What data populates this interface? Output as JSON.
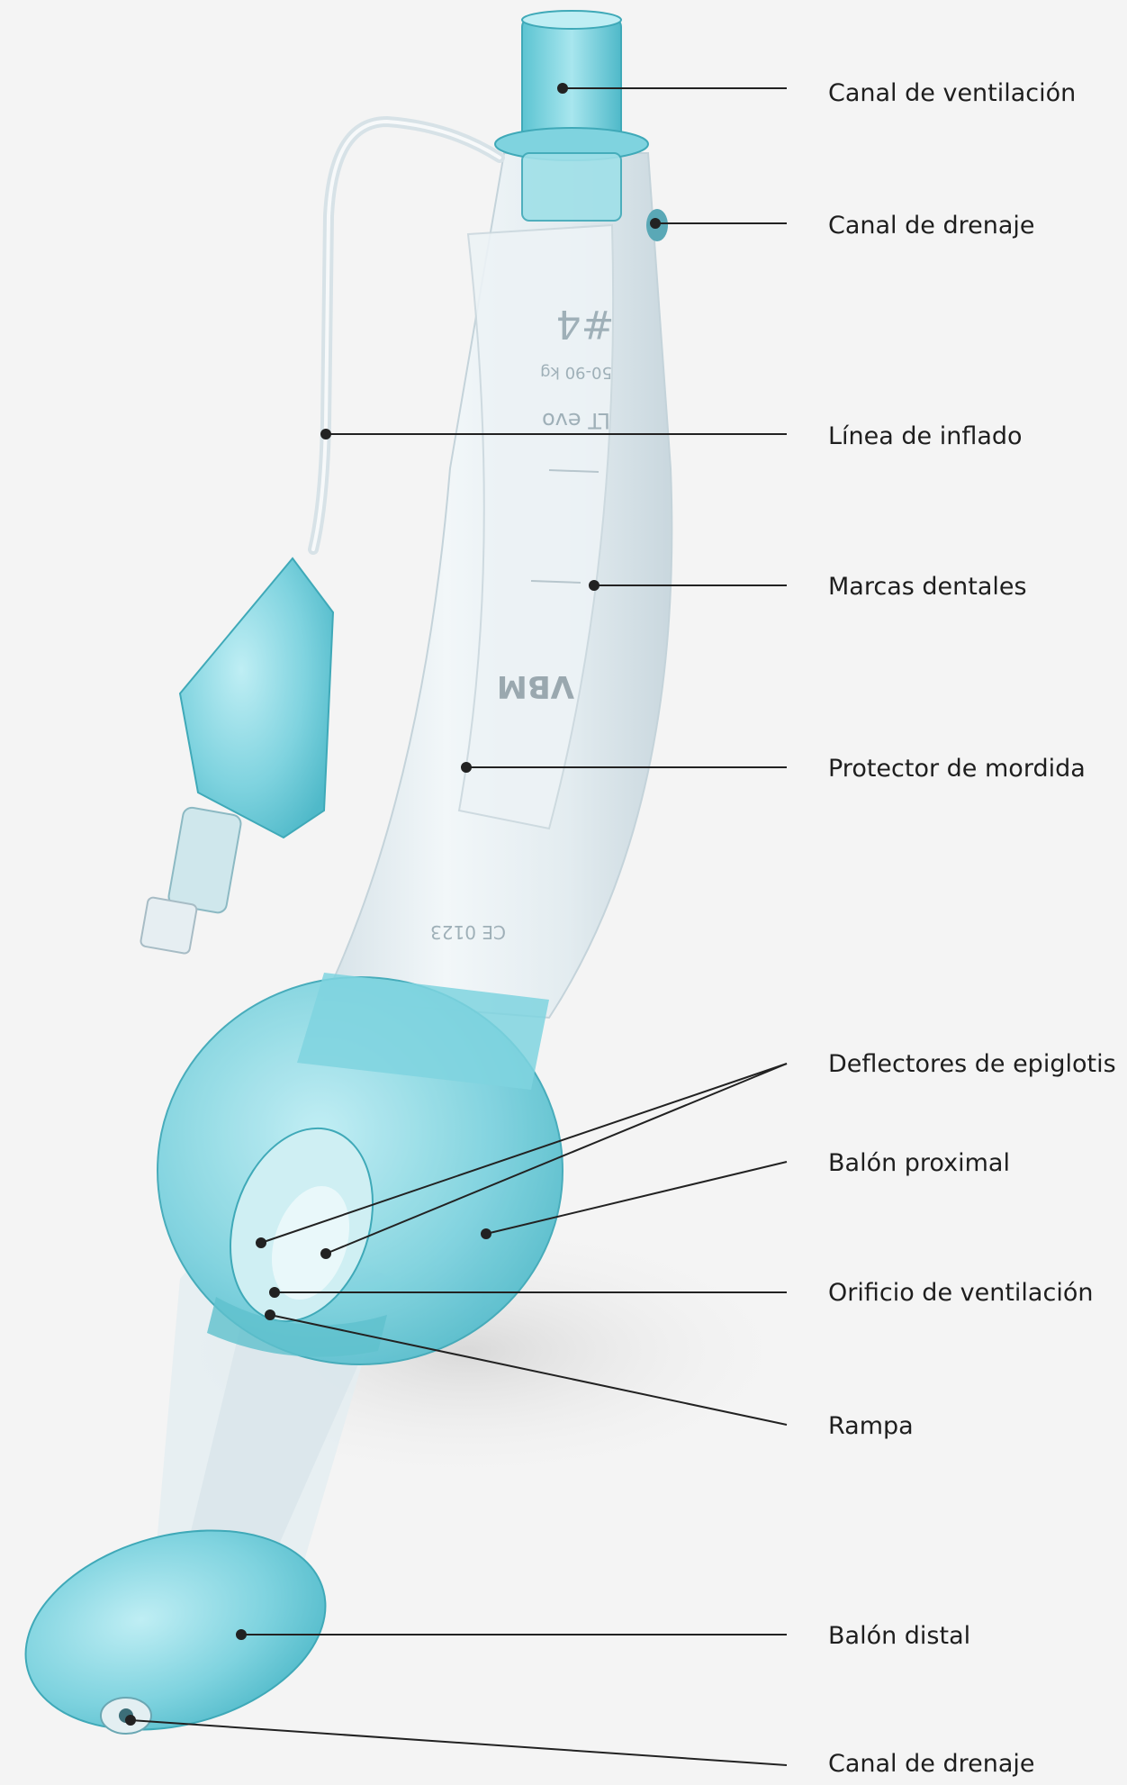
{
  "labels": {
    "canal_ventilacion": "Canal de ventilación",
    "canal_drenaje_top": "Canal de drenaje",
    "linea_inflado": "Línea de inflado",
    "marcas_dentales": "Marcas dentales",
    "protector_mordida": "Protector de mordida",
    "deflectores_epiglotis": "Deflectores de epiglotis",
    "balon_proximal": "Balón proximal",
    "orificio_ventilacion": "Orificio de ventilación",
    "rampa": "Rampa",
    "balon_distal": "Balón distal",
    "canal_drenaje_bottom": "Canal de drenaje"
  },
  "device_markings": {
    "size": "#4",
    "weight": "50-90 kg",
    "model": "LT evo",
    "brand": "VBM",
    "ce": "CE 0123"
  },
  "colors": {
    "background": "#f4f4f4",
    "tube": "#e6eef2",
    "cuff": "#7fd3df",
    "cuff_dark": "#4fb9c9",
    "leader_line": "#222222"
  }
}
